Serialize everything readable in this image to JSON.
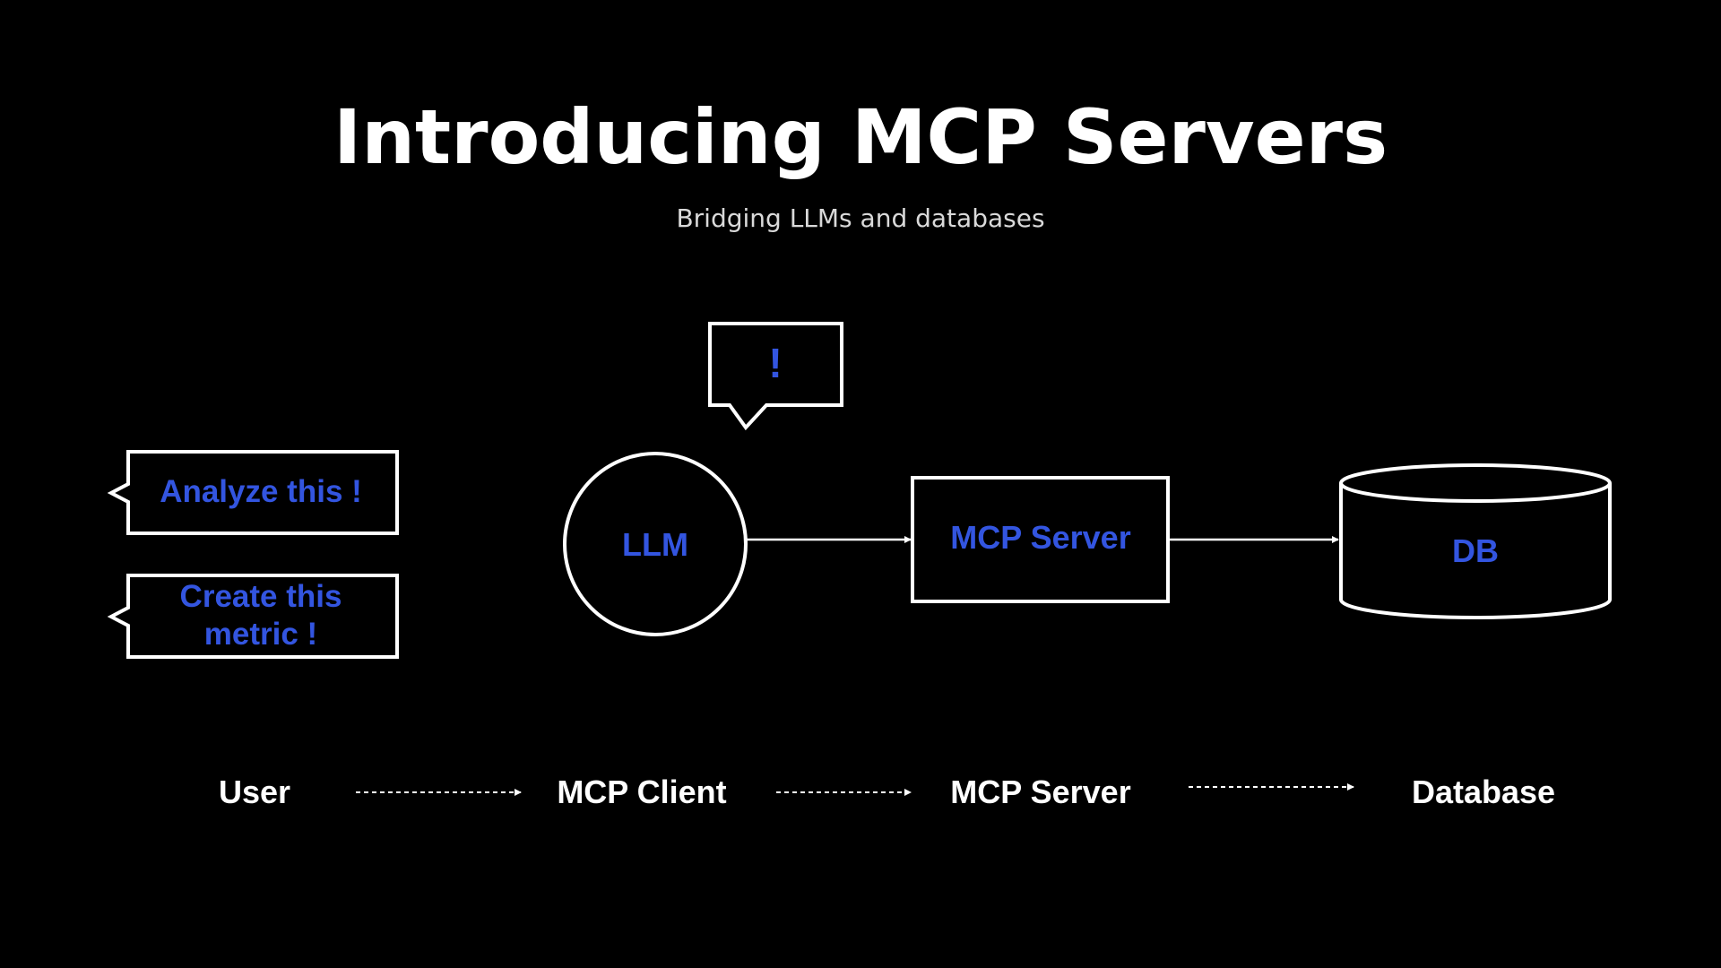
{
  "slide": {
    "title": "Introducing MCP Servers",
    "subtitle": "Bridging LLMs and databases"
  },
  "bubbles": {
    "user_request_1": "Analyze this !",
    "user_request_2_line1": "Create this",
    "user_request_2_line2": "metric !",
    "llm_thought": "!"
  },
  "nodes": {
    "llm": "LLM",
    "mcp_server": "MCP Server",
    "db": "DB"
  },
  "flow": {
    "user": "User",
    "mcp_client": "MCP Client",
    "mcp_server": "MCP Server",
    "database": "Database"
  },
  "colors": {
    "background": "#000000",
    "foreground": "#ffffff",
    "accent": "#3355e0"
  }
}
